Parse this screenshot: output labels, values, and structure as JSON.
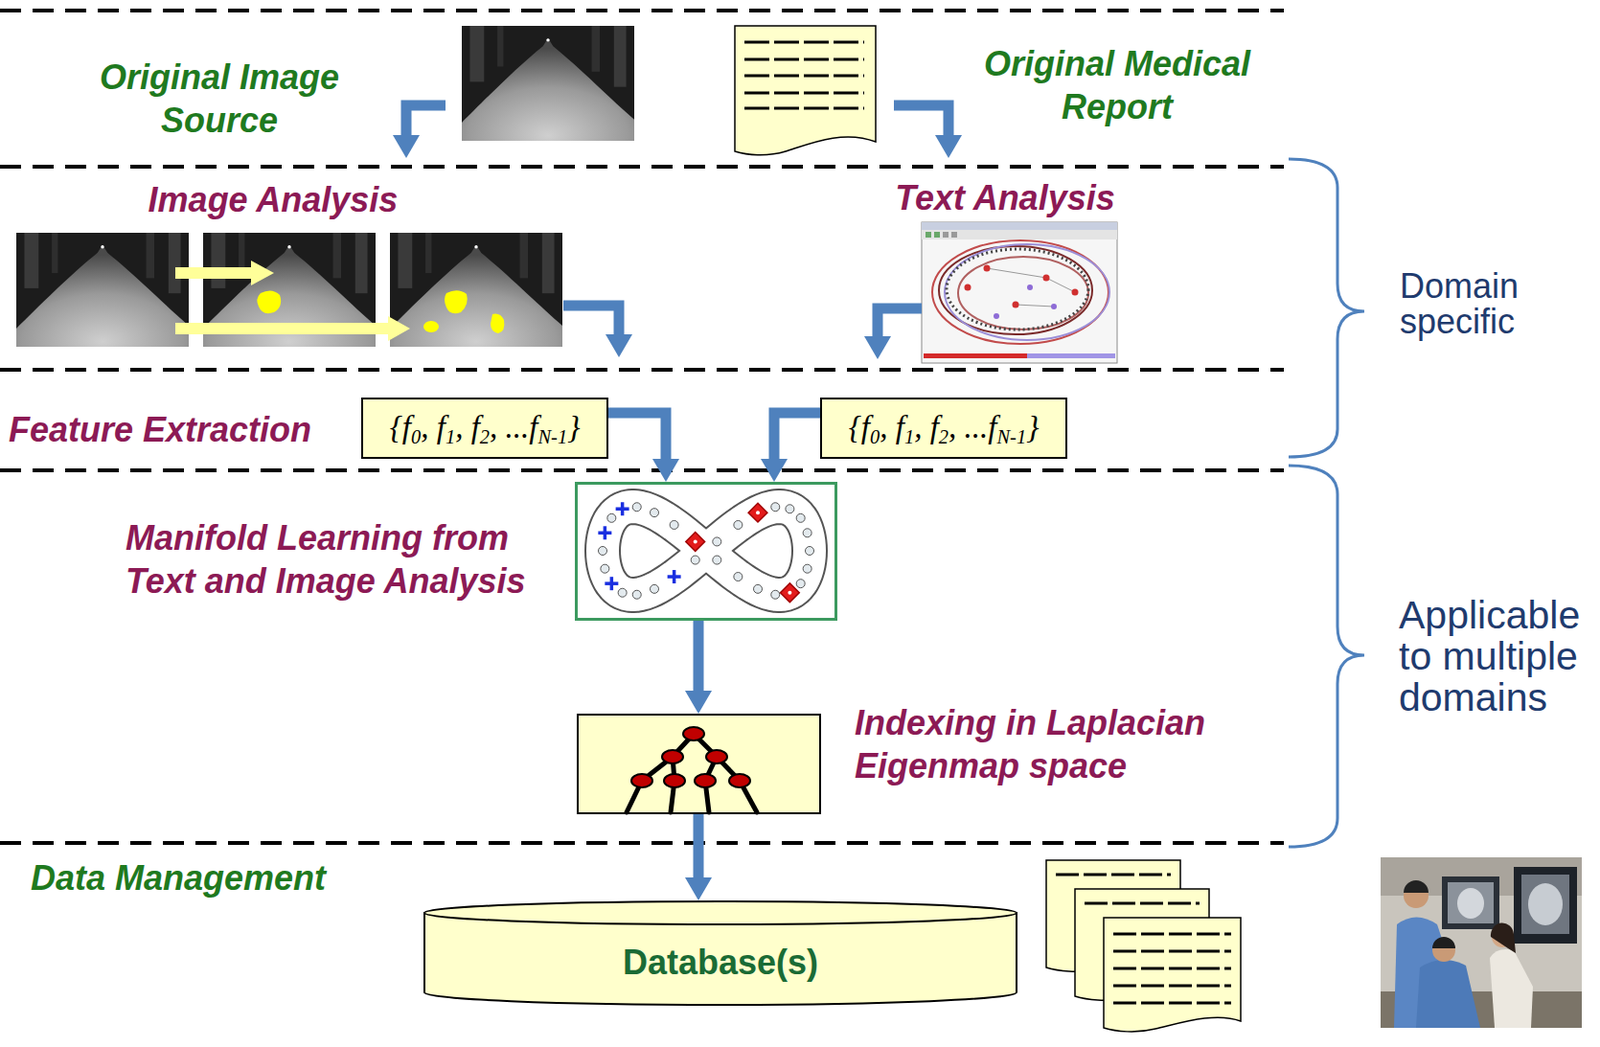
{
  "diagram": {
    "nodes": [
      {
        "text": [
          "{f0, f1, f2, ...fN-1}"
        ]
      },
      {
        "text": [
          "{f0, f1, f2, ...fN-1}"
        ]
      },
      {
        "text": [
          "Manifold Learning from Text and Image Analysis"
        ]
      },
      {
        "text": [
          "Indexing in Laplacian Eigenmap space"
        ]
      },
      {
        "text": [
          "Database(s)"
        ]
      }
    ],
    "edges": [
      {
        "from": 0,
        "to": 2,
        "arrow": "to"
      },
      {
        "from": 1,
        "to": 2,
        "arrow": "to"
      },
      {
        "from": 2,
        "to": 3,
        "arrow": "to"
      },
      {
        "from": 3,
        "to": 4,
        "arrow": "to"
      }
    ],
    "labels": [
      "Original Image Source",
      "Original Medical Report",
      "Image Analysis",
      "Text Analysis",
      "Domain specific",
      "Feature Extraction",
      "Applicable to multiple domains",
      "Data Management"
    ]
  }
}
